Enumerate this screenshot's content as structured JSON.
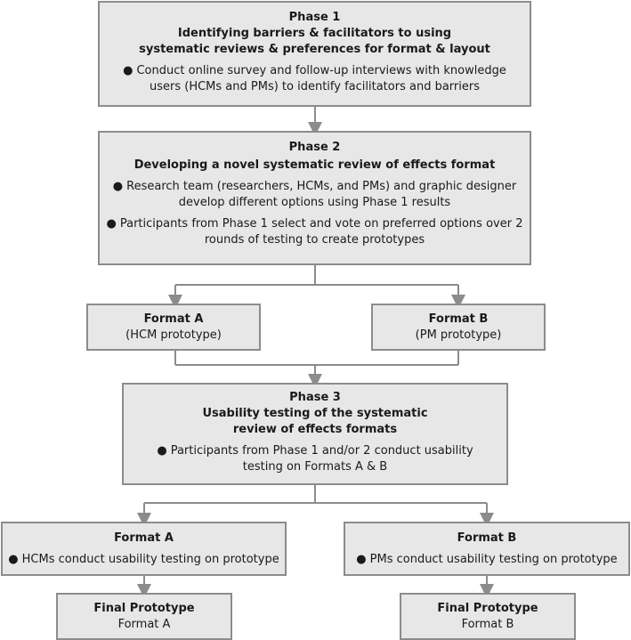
{
  "phase1": {
    "title": "Phase 1",
    "subtitle_line1": "Identifying barriers & facilitators to using",
    "subtitle_line2": "systematic reviews & preferences for format & layout",
    "bullet_line1": "Conduct online survey and follow-up interviews with knowledge",
    "bullet_line2": "users (HCMs and PMs) to identify facilitators and barriers"
  },
  "phase2": {
    "title": "Phase 2",
    "subtitle": "Developing a novel systematic review of effects format",
    "bullet1_line1": "Research team (researchers, HCMs, and PMs) and graphic designer",
    "bullet1_line2": "develop different options using Phase 1 results",
    "bullet2_line1": "Participants from Phase 1 select and vote on preferred options over 2",
    "bullet2_line2": "rounds of testing to create prototypes"
  },
  "format_a_mid": {
    "title": "Format A",
    "sub": "(HCM prototype)"
  },
  "format_b_mid": {
    "title": "Format B",
    "sub": "(PM prototype)"
  },
  "phase3": {
    "title": "Phase 3",
    "subtitle_line1": "Usability testing of the systematic",
    "subtitle_line2": "review of effects formats",
    "bullet_line1": "Participants from Phase 1 and/or 2 conduct usability",
    "bullet_line2": "testing on Formats A & B"
  },
  "format_a_low": {
    "title": "Format A",
    "bullet": "HCMs conduct usability testing on prototype"
  },
  "format_b_low": {
    "title": "Format B",
    "bullet": "PMs conduct usability testing on prototype"
  },
  "final_a": {
    "title": "Final Prototype",
    "sub": "Format A"
  },
  "final_b": {
    "title": "Final Prototype",
    "sub": "Format B"
  },
  "bullet_char": "●"
}
